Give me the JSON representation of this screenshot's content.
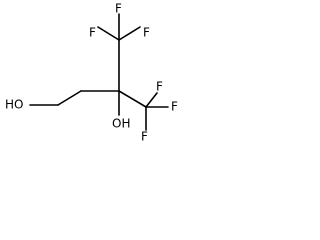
{
  "molecule": {
    "atoms": {
      "f_top_left": "F",
      "f_top_center": "F",
      "f_top_right": "F",
      "hydroxyl_left": "HO",
      "hydroxyl_center": "OH",
      "f_bottom_right_upper": "F",
      "f_bottom_right_mid": "F",
      "f_bottom_right_lower": "F"
    }
  }
}
